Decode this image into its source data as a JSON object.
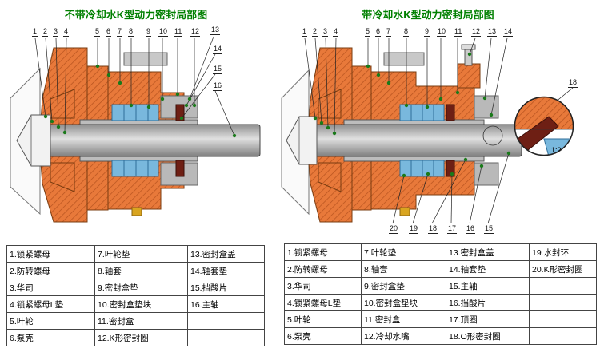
{
  "left": {
    "title": "不带冷却水K型动力密封局部图",
    "callouts": [
      "1",
      "2",
      "3",
      "4",
      "5",
      "6",
      "7",
      "8",
      "9",
      "10",
      "11",
      "12",
      "13",
      "14",
      "15",
      "16"
    ],
    "table": [
      [
        "1.锁紧螺母",
        "7.叶轮垫",
        "13.密封盒盖"
      ],
      [
        "2.防转螺母",
        "8.轴套",
        "14.轴套垫"
      ],
      [
        "3.华司",
        "9.密封盒垫",
        "15.挡酸片"
      ],
      [
        "4.锁紧螺母L垫",
        "10.密封盒垫块",
        "16.主轴"
      ],
      [
        "5.叶轮",
        "11.密封盒",
        ""
      ],
      [
        "6.泵壳",
        "12.K形密封圈",
        ""
      ]
    ]
  },
  "right": {
    "title": "带冷却水K型动力密封局部图",
    "callouts_top": [
      "1",
      "2",
      "3",
      "4",
      "5",
      "6",
      "7",
      "8",
      "9",
      "10",
      "11",
      "12",
      "13",
      "14"
    ],
    "callouts_bottom": [
      "20",
      "19",
      "18",
      "17",
      "16",
      "15"
    ],
    "detail": {
      "label": "18",
      "scale": "1:2"
    },
    "table": [
      [
        "1.锁紧螺母",
        "7.叶轮垫",
        "13.密封盒盖",
        "19.水封环"
      ],
      [
        "2.防转螺母",
        "8.轴套",
        "14.轴套垫",
        "20.K形密封圈"
      ],
      [
        "3.华司",
        "9.密封盒垫",
        "15.主轴",
        ""
      ],
      [
        "4.锁紧螺母L垫",
        "10.密封盒垫块",
        "16.挡酸片",
        ""
      ],
      [
        "5.叶轮",
        "11.密封盒",
        "17.顶圈",
        ""
      ],
      [
        "6.泵壳",
        "12.冷却水嘴",
        "18.O形密封圈",
        ""
      ]
    ]
  },
  "colors": {
    "title_green": "#008000",
    "casing_orange": "#E8793A",
    "hatch_dark": "#B5521E",
    "packing_blue": "#79B8DD",
    "ring_dark_red": "#6E1F14",
    "leader_dot_green": "#1A7A1A",
    "shaft_gray": "#BFBFBF",
    "gasket_yellow": "#D9A520"
  }
}
